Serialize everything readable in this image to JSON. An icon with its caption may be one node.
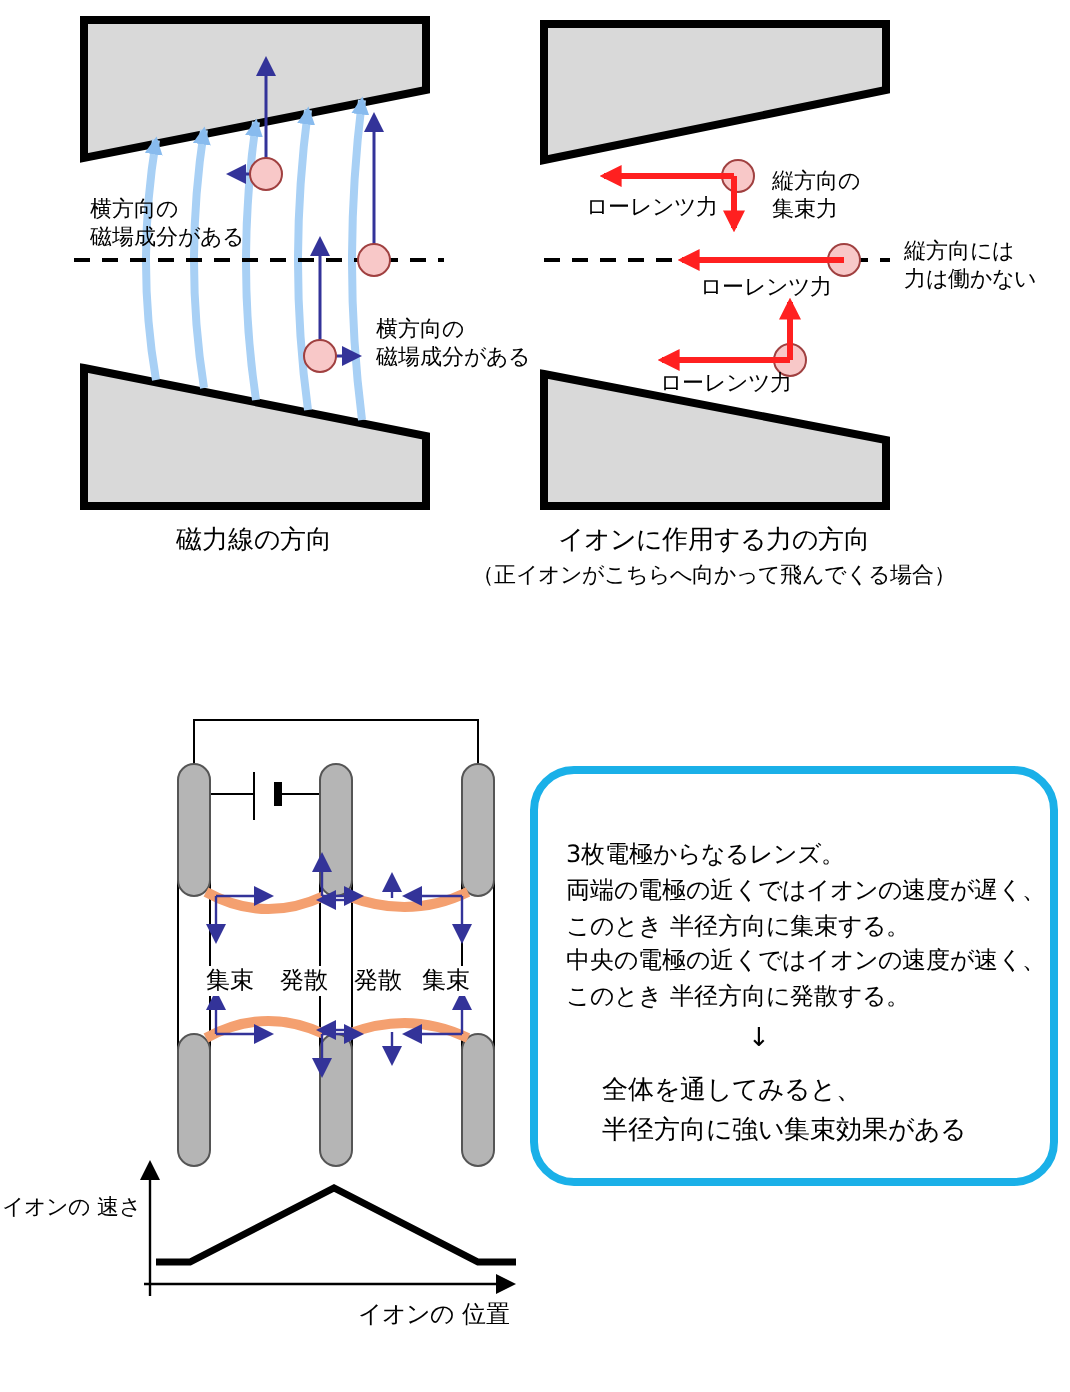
{
  "diagram": {
    "nodes": [
      {
        "text": [
          "3枚電極からなるレンズ。",
          "両端の電極の近くではイオンの速度が遅く、",
          "このとき 半径方向に集束する。",
          "中央の電極の近くではイオンの速度が速く、",
          "このとき 半径方向に発散する。",
          "↓",
          "全体を通してみると、",
          "半径方向に強い集束効果がある"
        ]
      }
    ],
    "labels": [
      "横方向の",
      "磁場成分がある",
      "横方向の",
      "磁場成分がある",
      "磁力線の方向",
      "縦方向の",
      "集束力",
      "ローレンツ力",
      "縦方向には",
      "力は働かない",
      "ローレンツ力",
      "ローレンツ力",
      "イオンに作用する力の方向",
      "（正イオンがこちらへ向かって飛んでくる場合）",
      "集束",
      "発散",
      "発散",
      "集束",
      "イオンの 速さ",
      "イオンの 位置"
    ]
  }
}
